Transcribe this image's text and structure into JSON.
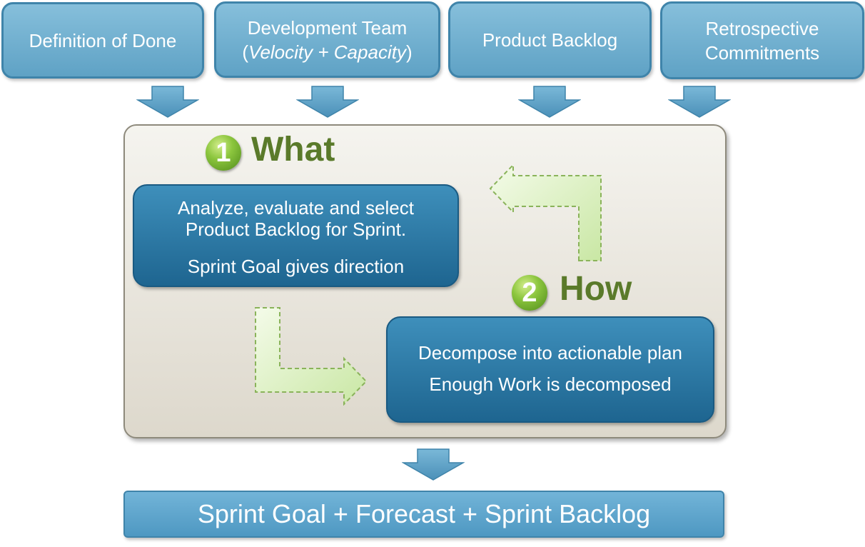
{
  "inputs": [
    {
      "line1": "Definition of Done",
      "line2": ""
    },
    {
      "line1": "Development Team",
      "line2_open": "(",
      "line2_a": "Velocity",
      "line2_mid": " + ",
      "line2_b": "Capacity",
      "line2_close": ")"
    },
    {
      "line1": "Product Backlog",
      "line2": ""
    },
    {
      "line1": "Retrospective",
      "line2": "Commitments"
    }
  ],
  "steps": [
    {
      "number": "1",
      "title": "What",
      "lines": [
        "Analyze, evaluate and select",
        "Product Backlog for Sprint.",
        "Sprint Goal gives direction"
      ]
    },
    {
      "number": "2",
      "title": "How",
      "lines": [
        "Decompose into actionable plan",
        "Enough Work is decomposed"
      ]
    }
  ],
  "output": {
    "label": "Sprint Goal + Forecast + Sprint Backlog"
  },
  "colors": {
    "input_fill": "#6aabcf",
    "step_box_fill": "#2a77a5",
    "step_title": "#5a7a2a",
    "badge": "#8cc63e",
    "flow_arrow": "#d9f0c0",
    "down_arrow": "#5d9fc3"
  },
  "icons": {
    "down_arrow": "down-arrow-icon",
    "flow_arrow": "bent-arrow-icon"
  }
}
